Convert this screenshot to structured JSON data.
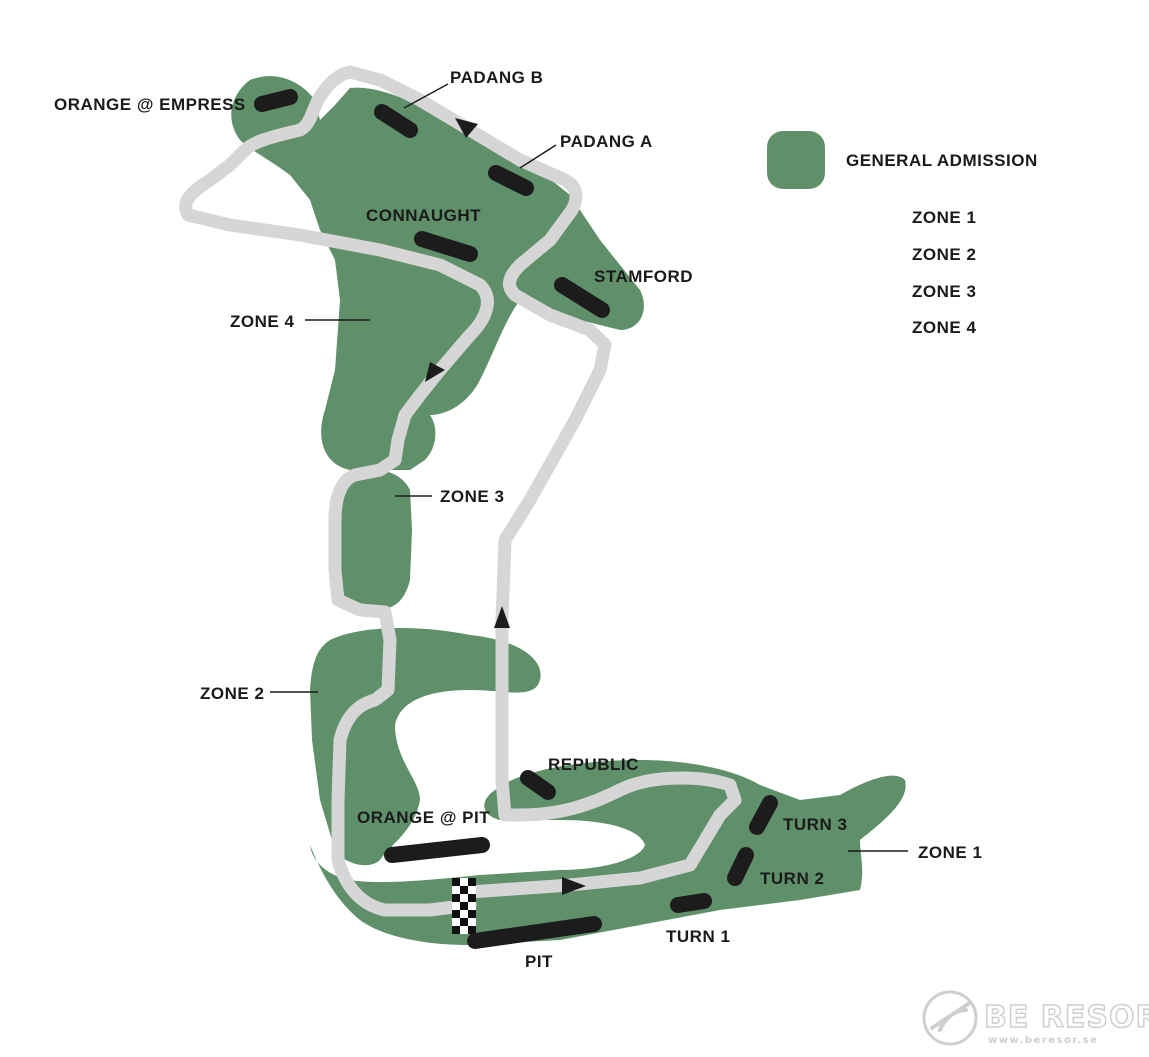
{
  "colors": {
    "zone_fill": "#5f906a",
    "track": "#d6d6d6",
    "stand": "#1c1c1c",
    "text": "#1a1a1a"
  },
  "legend": {
    "general_admission": "GENERAL ADMISSION",
    "zones": [
      "ZONE 1",
      "ZONE 2",
      "ZONE 3",
      "ZONE 4"
    ]
  },
  "zones": {
    "zone1": "ZONE 1",
    "zone2": "ZONE 2",
    "zone3": "ZONE 3",
    "zone4": "ZONE 4"
  },
  "grandstands": {
    "orange_empress": "ORANGE @ EMPRESS",
    "padang_b": "PADANG B",
    "padang_a": "PADANG A",
    "connaught": "CONNAUGHT",
    "stamford": "STAMFORD",
    "republic": "REPUBLIC",
    "orange_pit": "ORANGE @ PIT",
    "turn3": "TURN 3",
    "turn2": "TURN 2",
    "turn1": "TURN 1",
    "pit": "PIT"
  },
  "watermark": {
    "brand": "BE RESOR",
    "url": "www.beresor.se"
  }
}
